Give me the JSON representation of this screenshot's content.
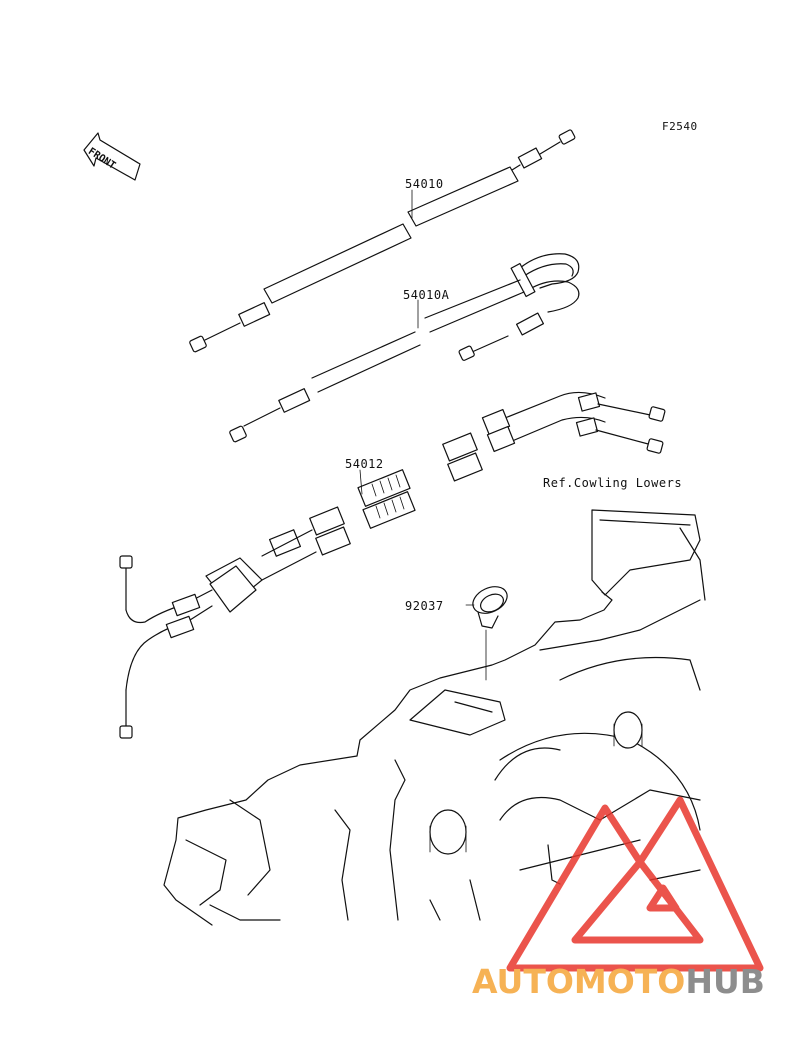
{
  "figure_code": "F2540",
  "front_label": "FRONT",
  "parts": [
    {
      "number": "54010"
    },
    {
      "number": "54010A"
    },
    {
      "number": "54012"
    },
    {
      "number": "92037"
    }
  ],
  "reference_note": "Ref.Cowling Lowers",
  "watermark": {
    "part1": "AUTOMOTO",
    "part2": "HUB",
    "color_orange": "#f6b255",
    "color_gray": "#8d8d8d",
    "color_red": "#e8372d"
  }
}
